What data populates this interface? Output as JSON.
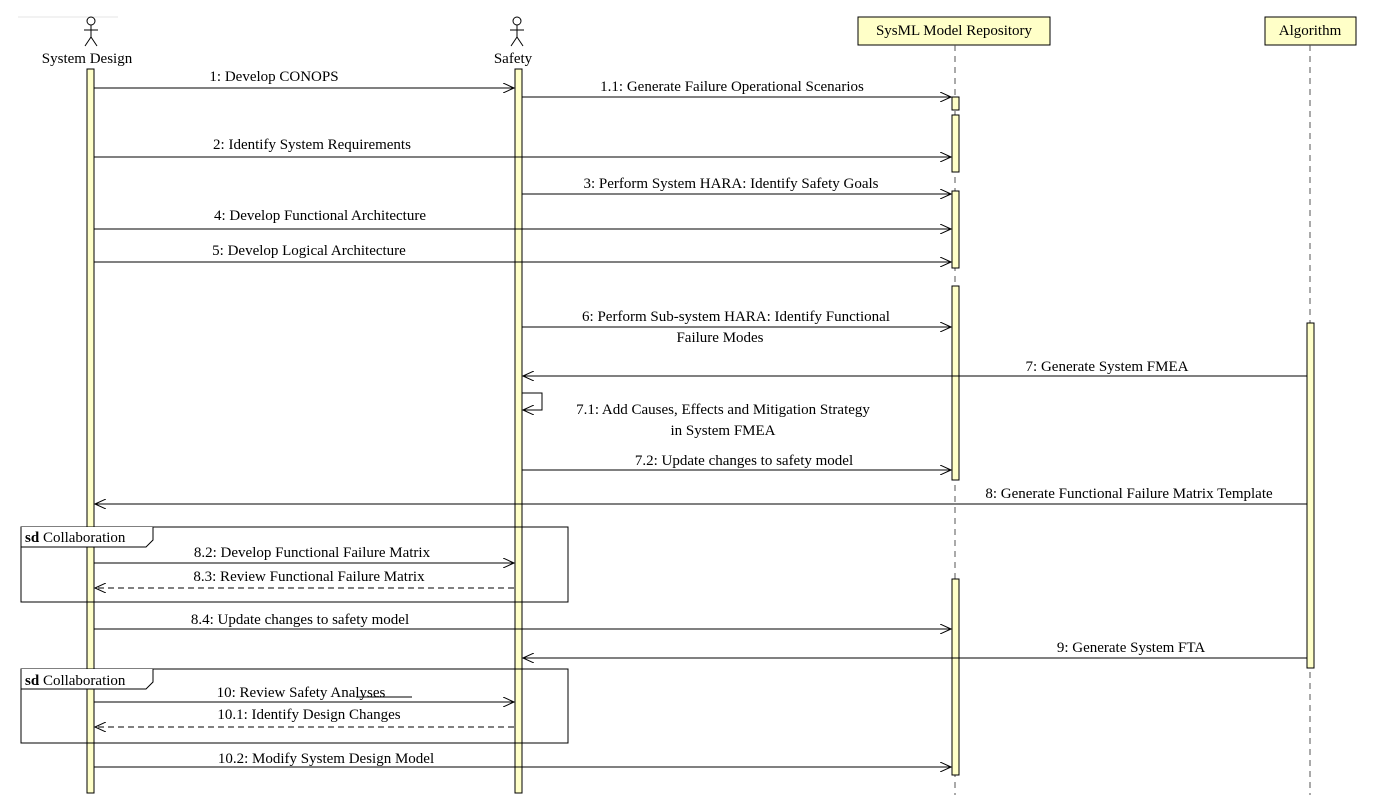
{
  "participants": [
    {
      "id": "sd",
      "name": "System Design",
      "kind": "actor"
    },
    {
      "id": "safety",
      "name": "Safety",
      "kind": "actor"
    },
    {
      "id": "repo",
      "name": "SysML Model Repository",
      "kind": "object"
    },
    {
      "id": "algo",
      "name": "Algorithm",
      "kind": "object"
    }
  ],
  "fragments": [
    {
      "keyword": "sd",
      "label": "Collaboration"
    },
    {
      "keyword": "sd",
      "label": "Collaboration"
    }
  ],
  "messages": [
    {
      "text": "1: Develop CONOPS",
      "from": "sd",
      "to": "safety",
      "type": "sync"
    },
    {
      "text": "1.1: Generate Failure Operational Scenarios",
      "from": "safety",
      "to": "repo",
      "type": "sync"
    },
    {
      "text": "2: Identify System Requirements",
      "from": "sd",
      "to": "repo",
      "type": "sync"
    },
    {
      "text": "3: Perform System HARA: Identify Safety Goals",
      "from": "safety",
      "to": "repo",
      "type": "sync"
    },
    {
      "text": "4: Develop Functional Architecture",
      "from": "sd",
      "to": "repo",
      "type": "sync"
    },
    {
      "text": "5: Develop Logical Architecture",
      "from": "sd",
      "to": "repo",
      "type": "sync"
    },
    {
      "text": "6: Perform Sub-system HARA: Identify Functional",
      "text2": "Failure Modes",
      "from": "safety",
      "to": "repo",
      "type": "sync"
    },
    {
      "text": "7: Generate System FMEA",
      "from": "algo",
      "to": "safety",
      "type": "sync"
    },
    {
      "text": "7.1: Add Causes, Effects and Mitigation Strategy",
      "text2": "in System FMEA",
      "from": "safety",
      "to": "safety",
      "type": "self"
    },
    {
      "text": "7.2: Update changes to safety model",
      "from": "safety",
      "to": "repo",
      "type": "sync"
    },
    {
      "text": "8: Generate Functional Failure Matrix Template",
      "from": "algo",
      "to": "sd",
      "type": "sync"
    },
    {
      "text": "8.2: Develop Functional Failure Matrix",
      "from": "sd",
      "to": "safety",
      "type": "sync"
    },
    {
      "text": "8.3: Review Functional Failure Matrix",
      "from": "safety",
      "to": "sd",
      "type": "reply"
    },
    {
      "text": "8.4: Update changes to safety model",
      "from": "sd",
      "to": "repo",
      "type": "sync"
    },
    {
      "text": "9: Generate System FTA",
      "from": "algo",
      "to": "safety",
      "type": "sync"
    },
    {
      "text": "10: Review Safety Analyses",
      "from": "sd",
      "to": "safety",
      "type": "sync"
    },
    {
      "text": "10.1: Identify Design Changes",
      "from": "safety",
      "to": "sd",
      "type": "reply"
    },
    {
      "text": "10.2: Modify System Design Model",
      "from": "sd",
      "to": "repo",
      "type": "sync"
    }
  ],
  "colors": {
    "activation_fill": "#ffffc8",
    "box_fill": "#ffffc8",
    "line": "#000000",
    "lifeline": "#555555"
  }
}
